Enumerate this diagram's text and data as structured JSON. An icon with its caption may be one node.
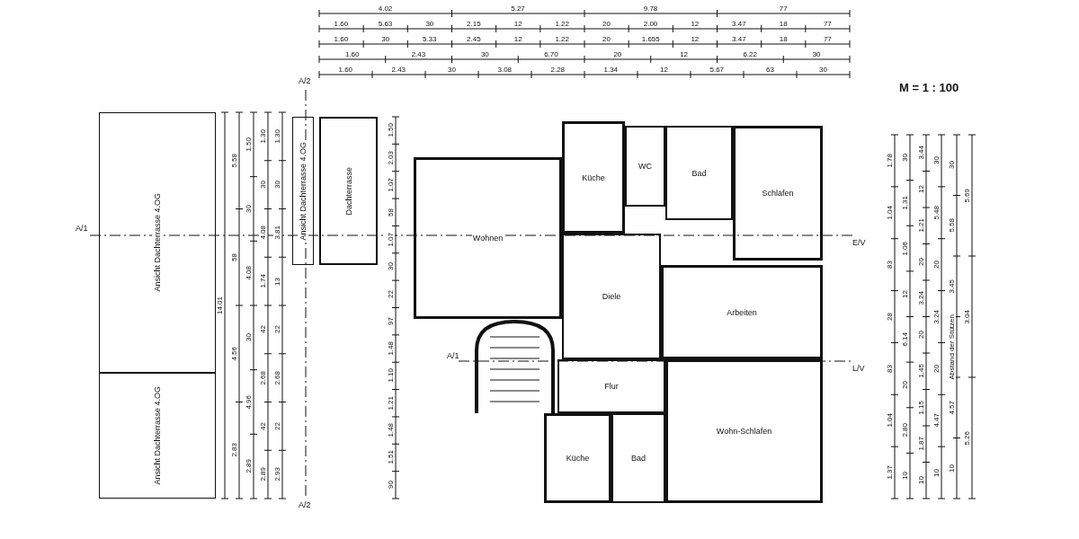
{
  "diagram": {
    "nodes": [
      {
        "text": [
          "Ansicht Dachterrasse 4.OG"
        ]
      },
      {
        "text": [
          "Ansicht Dachterrasse 4.OG"
        ]
      },
      {
        "text": [
          "Ansicht Dachterrasse 4.OG"
        ]
      },
      {
        "text": [
          "Dachterrasse"
        ]
      },
      {
        "text": [
          "Wohnen"
        ]
      },
      {
        "text": [
          "Küche"
        ]
      },
      {
        "text": [
          "WC"
        ]
      },
      {
        "text": [
          "Bad"
        ]
      },
      {
        "text": [
          "Schlafen"
        ]
      },
      {
        "text": [
          "Diele"
        ]
      },
      {
        "text": [
          "Arbeiten"
        ]
      },
      {
        "text": [
          "Flur"
        ]
      },
      {
        "text": [
          "Küche"
        ]
      },
      {
        "text": [
          "Bad"
        ]
      },
      {
        "text": [
          "Wohn-Schlafen"
        ]
      }
    ],
    "edges": [],
    "labels": [
      "M = 1 : 100",
      "A/2",
      "A/2",
      "A/1",
      "A/1",
      "E/V",
      "L/V",
      "4.02",
      "5.27",
      "9.78",
      "77",
      "1.60",
      "5.63",
      "30",
      "2.15",
      "12",
      "1.22",
      "20",
      "2.00",
      "12",
      "3.47",
      "18",
      "77",
      "1.60",
      "30",
      "5.33",
      "2.45",
      "12",
      "1.22",
      "20",
      "1.655",
      "12",
      "3.47",
      "18",
      "77",
      "1.60",
      "2.43",
      "30",
      "6.70",
      "20",
      "12",
      "6.22",
      "30",
      "1.60",
      "2.43",
      "30",
      "3.08",
      "2.28",
      "1.34",
      "12",
      "5.67",
      "63",
      "30",
      "1.78",
      "1.04",
      "83",
      "28",
      "83",
      "1.04",
      "1.37",
      "30",
      "1.31",
      "1.06",
      "12",
      "6.14",
      "20",
      "2.80",
      "10",
      "3.44",
      "12",
      "1.21",
      "20",
      "3.24",
      "20",
      "1.45",
      "1.15",
      "1.87",
      "10",
      "30",
      "5.48",
      "20",
      "3.24",
      "20",
      "4.47",
      "10",
      "30",
      "5.58",
      "3.45",
      "Abstand der Stützen",
      "4.57",
      "10",
      "5.69",
      "3.04",
      "5.26",
      "14.01",
      "5.58",
      "58",
      "4.56",
      "2.83",
      "1.50",
      "30",
      "4.08",
      "30",
      "4.96",
      "2.89",
      "1.30",
      "30",
      "4.08",
      "1.74",
      "42",
      "2.68",
      "42",
      "2.89",
      "1.30",
      "30",
      "3.81",
      "13",
      "22",
      "2.68",
      "22",
      "2.93",
      "1.50",
      "2.03",
      "1.07",
      "58",
      "1.07",
      "30",
      "22",
      "97",
      "1.48",
      "1.10",
      "1.21",
      "1.48",
      "1.51",
      "90"
    ]
  }
}
